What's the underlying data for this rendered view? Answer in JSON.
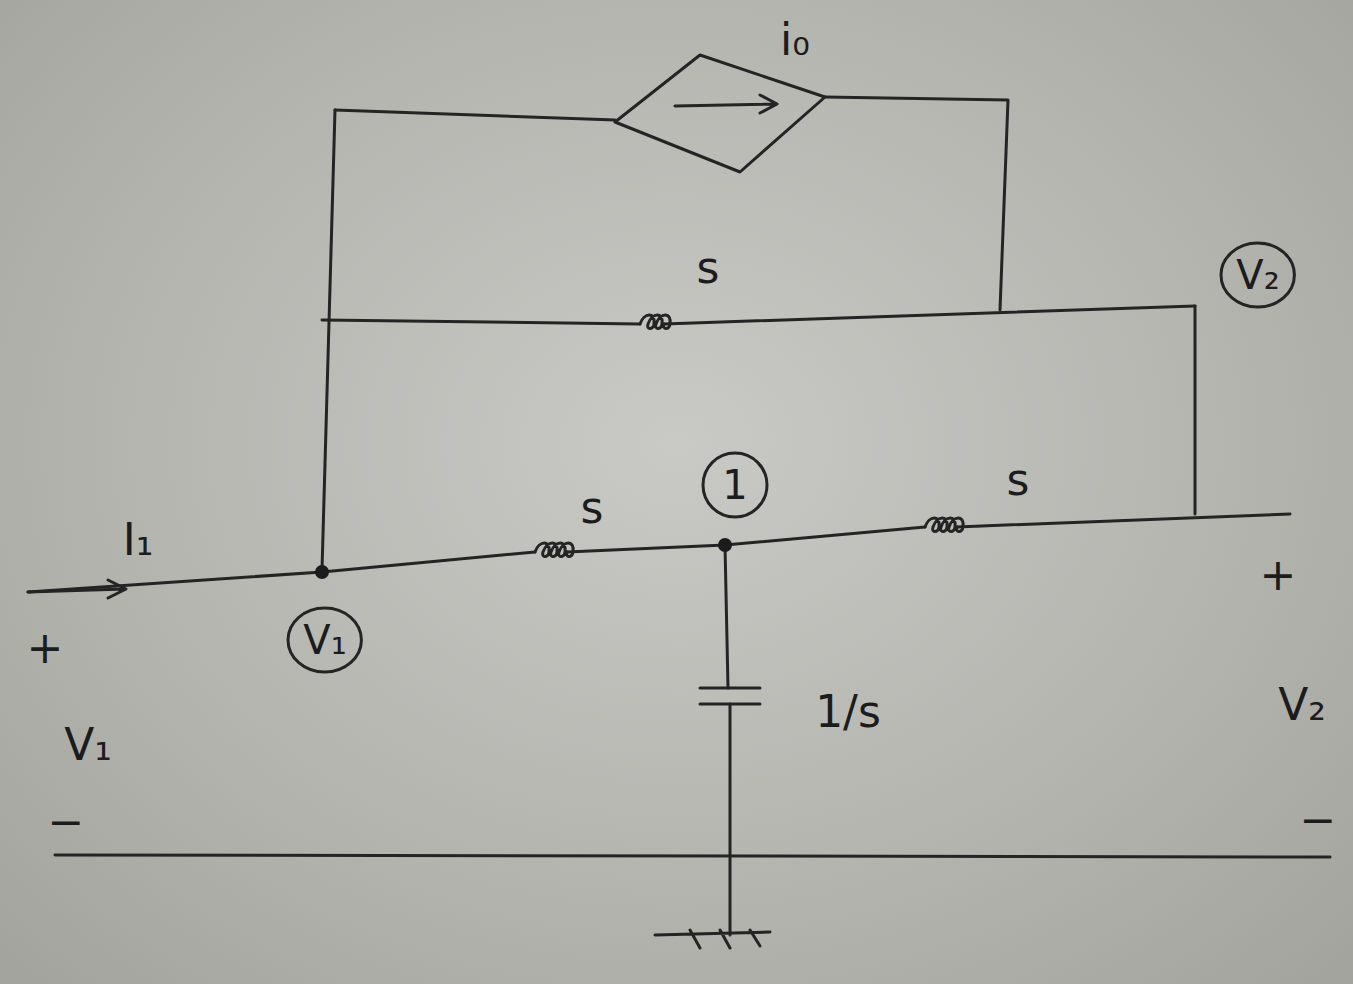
{
  "diagram": {
    "nodes": [
      {
        "text": [
          "V₂"
        ]
      },
      {
        "text": [
          "1"
        ]
      },
      {
        "text": [
          "V₁"
        ]
      }
    ],
    "labels": [
      "i₀",
      "s",
      "s",
      "s",
      "I₁",
      "+",
      "V₁",
      "−",
      "1/s",
      "+",
      "V₂",
      "−"
    ]
  }
}
